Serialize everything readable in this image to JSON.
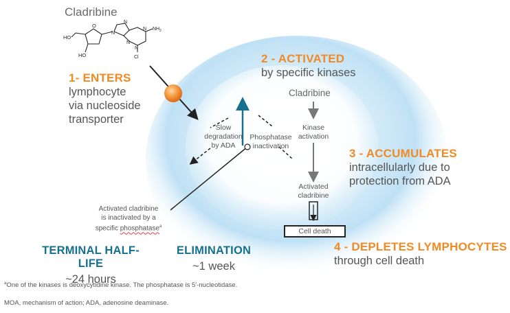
{
  "molecule": {
    "name": "Cladribine",
    "atoms": {
      "ho1": "HO",
      "ho2": "HO",
      "nh2": "NH",
      "nh2_sub": "2",
      "cl": "Cl",
      "n1": "N",
      "n2": "N",
      "n3": "N",
      "n4": "N",
      "n5": "N",
      "o": "O"
    }
  },
  "steps": {
    "enters": {
      "title": "1- ENTERS",
      "line1": "lymphocyte",
      "line2": "via nucleoside",
      "line3": "transporter"
    },
    "activated": {
      "title": "2 - ACTIVATED",
      "line1": "by specific kinases"
    },
    "accumulates": {
      "title": "3 - ACCUMULATES",
      "line1": "intracellularly due to",
      "line2": "protection from ADA"
    },
    "depletes": {
      "title": "4 - DEPLETES LYMPHOCYTES",
      "line1": "through cell death"
    }
  },
  "inner": {
    "cladribine": "Cladribine",
    "kinase1": "Kinase",
    "kinase2": "activation",
    "activated1": "Activated",
    "activated2": "cladribine",
    "slow1": "Slow",
    "slow2": "degradation",
    "slow3": "by ADA",
    "phos1": "Phosphatase",
    "phos2": "inactivation",
    "cell_death": "Cell death"
  },
  "callout": {
    "line1": "Activated cladribine",
    "line2": "is inactivated by a",
    "line3_pre": "specific ",
    "line3_word": "phosphatase",
    "line3_sup": "a"
  },
  "pk": {
    "half_life_title": "TERMINAL HALF-LIFE",
    "half_life_value": "~24 hours",
    "elimination_title": "ELIMINATION",
    "elimination_value": "~1 week"
  },
  "footnotes": {
    "note_sup": "a",
    "note": "One of the kinases is deoxycytidine kinase. The phosphatase is 5′-nucleotidase.",
    "abbrev": "MOA, mechanism of action; ADA, adenosine deaminase."
  },
  "colors": {
    "orange": "#f08a24",
    "teal": "#17708d",
    "gray_text": "#555555",
    "cell_blue": "#cfe8f7"
  }
}
